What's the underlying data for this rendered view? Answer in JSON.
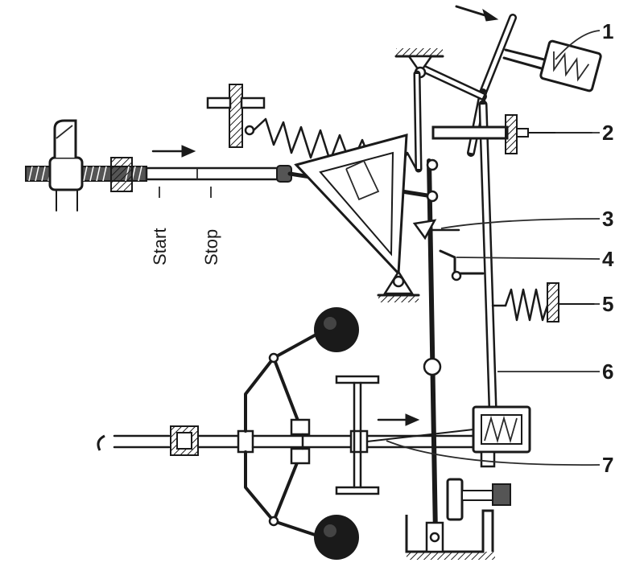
{
  "labels": {
    "start": "Start",
    "stop": "Stop",
    "callouts": [
      "1",
      "2",
      "3",
      "4",
      "5",
      "6",
      "7"
    ]
  },
  "colors": {
    "ink": "#1a1a1a",
    "paper": "#ffffff"
  }
}
